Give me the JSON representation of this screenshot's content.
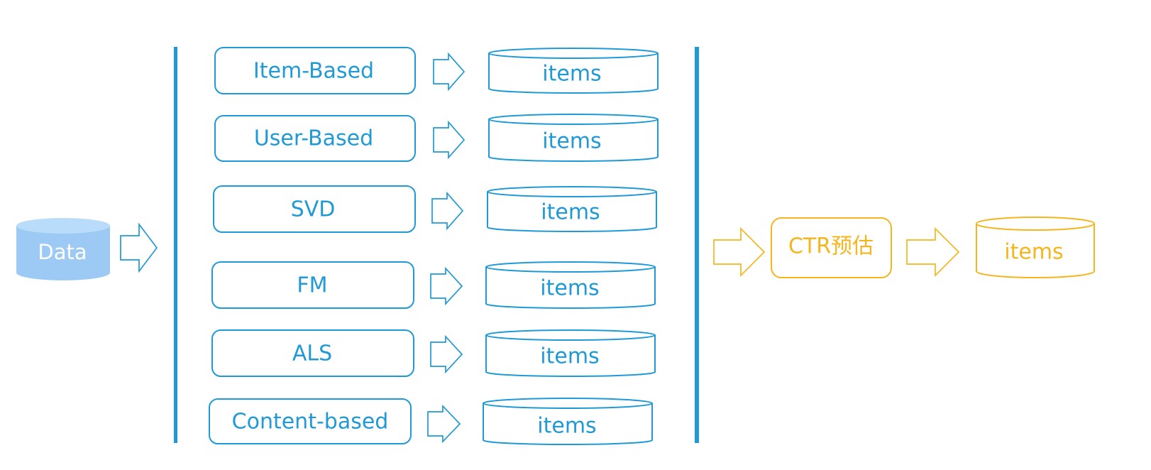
{
  "source": {
    "label": "Data"
  },
  "algorithms": [
    {
      "label": "Item-Based",
      "output_label": "items"
    },
    {
      "label": "User-Based",
      "output_label": "items"
    },
    {
      "label": "SVD",
      "output_label": "items"
    },
    {
      "label": "FM",
      "output_label": "items"
    },
    {
      "label": "ALS",
      "output_label": "items"
    },
    {
      "label": "Content-based",
      "output_label": "items"
    }
  ],
  "ranking": {
    "label": "CTR预估",
    "output_label": "items"
  },
  "colors": {
    "blue": "#1f9ad6",
    "light_blue": "#9ccaf4",
    "light_blue_top": "#b9dcfa",
    "orange": "#f6b51c"
  }
}
